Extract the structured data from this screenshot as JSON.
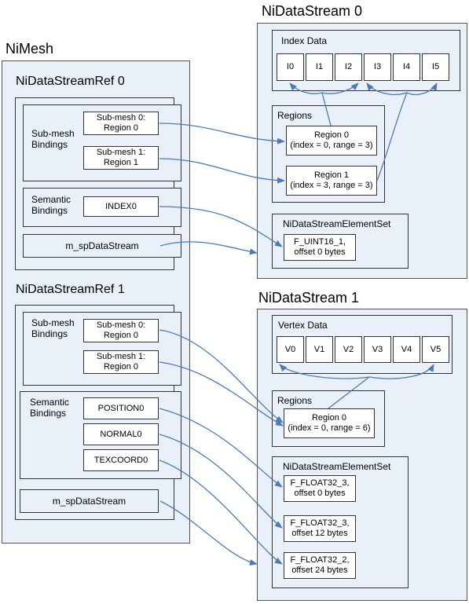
{
  "mesh": {
    "title": "NiMesh",
    "ref0": {
      "title": "NiDataStreamRef 0",
      "submesh_label": "Sub-mesh\nBindings",
      "submesh_items": [
        "Sub-mesh 0:\nRegion 0",
        "Sub-mesh 1:\nRegion 1"
      ],
      "semantic_label": "Semantic\nBindings",
      "semantic_items": [
        "INDEX0"
      ],
      "stream_ref": "m_spDataStream"
    },
    "ref1": {
      "title": "NiDataStreamRef 1",
      "submesh_label": "Sub-mesh\nBindings",
      "submesh_items": [
        "Sub-mesh 0:\nRegion 0",
        "Sub-mesh 1:\nRegion 0"
      ],
      "semantic_label": "Semantic\nBindings",
      "semantic_items": [
        "POSITION0",
        "NORMAL0",
        "TEXCOORD0"
      ],
      "stream_ref": "m_spDataStream"
    }
  },
  "stream0": {
    "title": "NiDataStream 0",
    "data_label": "Index Data",
    "data_cells": [
      "I0",
      "I1",
      "I2",
      "I3",
      "I4",
      "I5"
    ],
    "regions_label": "Regions",
    "regions": [
      "Region 0\n(index = 0, range = 3)",
      "Region 1\n(index = 3, range = 3)"
    ],
    "elementset_label": "NiDataStreamElementSet",
    "elements": [
      "F_UINT16_1,\noffset 0 bytes"
    ]
  },
  "stream1": {
    "title": "NiDataStream 1",
    "data_label": "Vertex Data",
    "data_cells": [
      "V0",
      "V1",
      "V2",
      "V3",
      "V4",
      "V5"
    ],
    "regions_label": "Regions",
    "regions": [
      "Region 0\n(index = 0, range = 6)"
    ],
    "elementset_label": "NiDataStreamElementSet",
    "elements": [
      "F_FLOAT32_3,\noffset 0 bytes",
      "F_FLOAT32_3,\noffset 12 bytes",
      "F_FLOAT32_2,\noffset 24 bytes"
    ]
  },
  "colors": {
    "panel_fill": "#eaf0f9",
    "connector": "#4a7ab8"
  }
}
